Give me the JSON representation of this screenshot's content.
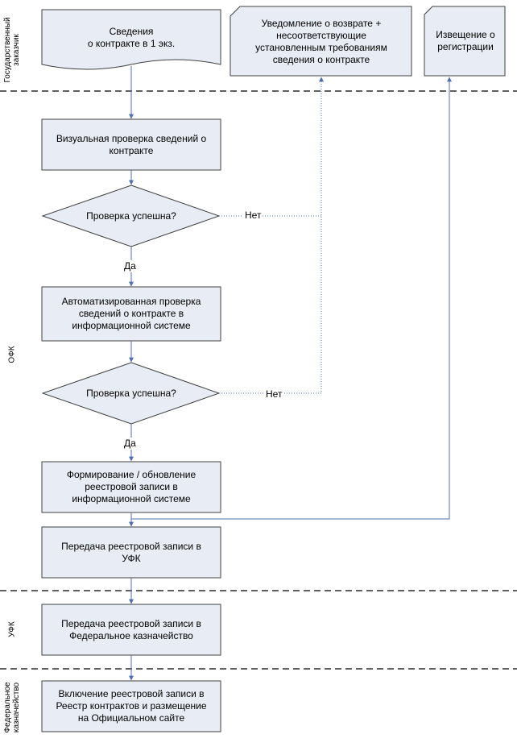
{
  "lanes": [
    {
      "label": "Государственный\nзаказчик"
    },
    {
      "label": "ОФК"
    },
    {
      "label": "УФК"
    },
    {
      "label": "Федеральное\nказначейство"
    }
  ],
  "nodes": {
    "doc_info": "Сведения\nо контракте в 1 экз.",
    "doc_return": "Уведомление о возврате +\nнесоответствующие\nустановленным требованиям\nсведения о контракте",
    "doc_registration": "Извещение о\nрегистрации",
    "visual_check": "Визуальная проверка сведений о\nконтракте",
    "decision1": "Проверка успешна?",
    "auto_check": "Автоматизированная проверка\nсведений о контракте в\nинформационной системе",
    "decision2": "Проверка успешна?",
    "form_record": "Формирование / обновление\nреестровой записи в\nинформационной системе",
    "transfer_ufk": "Передача реестровой записи  в\nУФК",
    "transfer_fk": "Передача реестровой записи в\nФедеральное казначейство",
    "include_registry": "Включение реестровой записи в\nРеестр контрактов и размещение\nна Официальном сайте"
  },
  "edge_labels": {
    "no1": "Нет",
    "yes1": "Да",
    "no2": "Нет",
    "yes2": "Да"
  },
  "colors": {
    "shape_fill": "#e8edf5",
    "shape_stroke": "#404040",
    "flow_line": "#4f6fae",
    "lane_divider": "#000000"
  }
}
